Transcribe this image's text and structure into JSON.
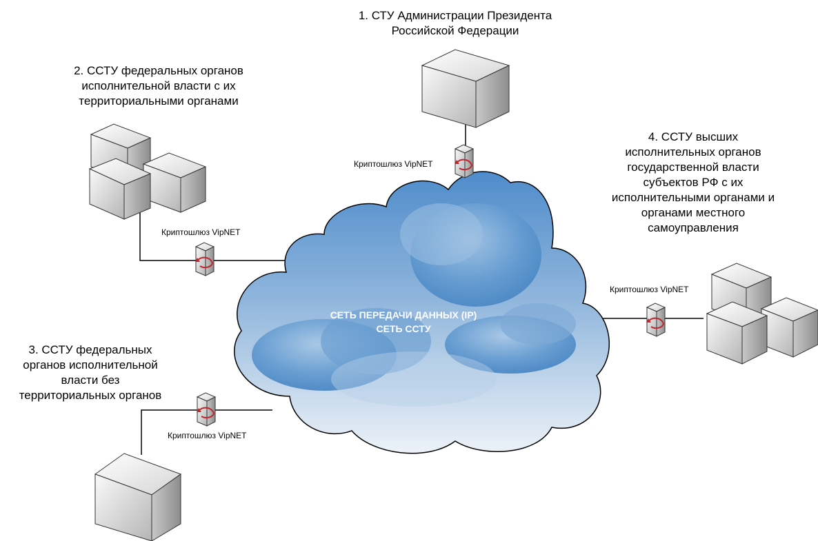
{
  "diagram": {
    "cloud": {
      "line1": "СЕТЬ ПЕРЕДАЧИ ДАННЫХ (IP)",
      "line2": "СЕТЬ ССТУ"
    },
    "nodes": [
      {
        "lines": [
          "1. СТУ Администрации Президента",
          "Российской Федерации"
        ]
      },
      {
        "lines": [
          "2. ССТУ федеральных органов",
          "исполнительной власти с их",
          "территориальными органами"
        ]
      },
      {
        "lines": [
          "3. ССТУ федеральных",
          "органов исполнительной",
          "власти без",
          "территориальных органов"
        ]
      },
      {
        "lines": [
          "4. ССТУ высших",
          "исполнительных органов",
          "государственной власти",
          "субъектов РФ с их",
          "исполнительными органами и",
          "органами местного",
          "самоуправления"
        ]
      }
    ],
    "gateway_label": "Криптошлюз VipNET",
    "icons": {
      "server": "server-box-icon",
      "gateway": "crypto-gateway-icon"
    },
    "colors": {
      "cloud_dark": "#3f7fc0",
      "cloud_light": "#e9eff7",
      "box_light": "#f2f2f2",
      "box_dark": "#9a9a9a",
      "arrow_red": "#c0262d"
    }
  }
}
